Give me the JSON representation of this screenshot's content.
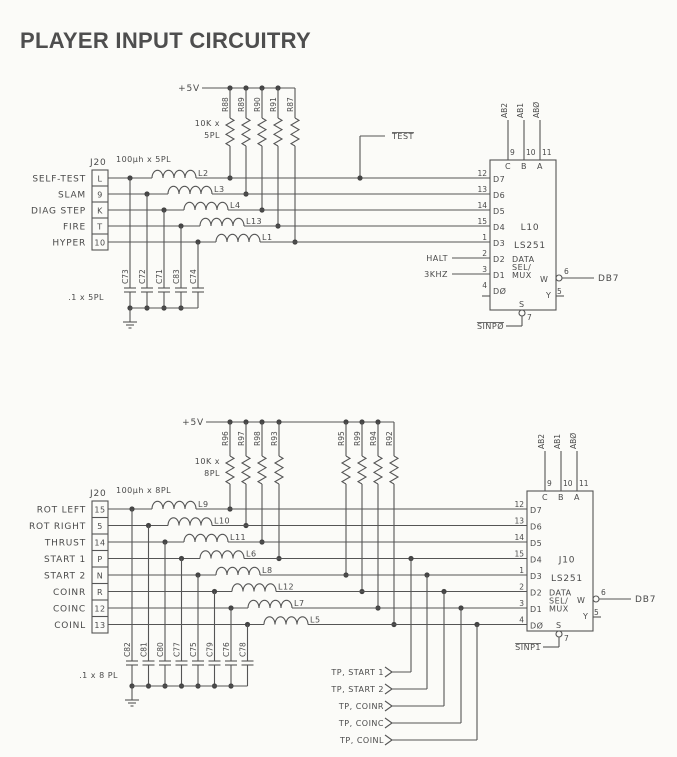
{
  "title": "PLAYER INPUT CIRCUITRY",
  "sections": [
    {
      "id": "upper",
      "supply": "+5V",
      "connector": "J20",
      "inductor_note": "100µh x 5PL",
      "resistor_note": [
        "10K x",
        "5PL"
      ],
      "cap_note": ".1 x 5PL",
      "resistors": [
        "R88",
        "R89",
        "R90",
        "R91",
        "R87"
      ],
      "test_signal": "TEST",
      "inputs": [
        {
          "name": "SELF-TEST",
          "pin": "L",
          "inductor": "L2",
          "cap": "C73",
          "mux_pin": "12",
          "mux_in": "D7"
        },
        {
          "name": "SLAM",
          "pin": "9",
          "inductor": "L3",
          "cap": "C72",
          "mux_pin": "13",
          "mux_in": "D6"
        },
        {
          "name": "DIAG STEP",
          "pin": "K",
          "inductor": "L4",
          "cap": "C71",
          "mux_pin": "14",
          "mux_in": "D5"
        },
        {
          "name": "FIRE",
          "pin": "T",
          "inductor": "L13",
          "cap": "C83",
          "mux_pin": "15",
          "mux_in": "D4"
        },
        {
          "name": "HYPER",
          "pin": "10",
          "inductor": "L1",
          "cap": "C74",
          "mux_pin": "1",
          "mux_in": "D3"
        }
      ],
      "extra_inputs": [
        {
          "name": "HALT",
          "mux_pin": "2",
          "mux_in": "D2"
        },
        {
          "name": "3KHZ",
          "mux_pin": "3",
          "mux_in": "D1"
        },
        {
          "name": "",
          "mux_pin": "4",
          "mux_in": "DØ"
        }
      ],
      "chip": {
        "ref": "L10",
        "part": "LS251",
        "desc": [
          "DATA",
          "SEL/",
          "MUX"
        ],
        "select_pins": [
          {
            "sig": "AB2",
            "pin": "9",
            "label": "C"
          },
          {
            "sig": "AB1",
            "pin": "10",
            "label": "B"
          },
          {
            "sig": "ABØ",
            "pin": "11",
            "label": "A"
          }
        ],
        "w_label": "W",
        "w_pin": "6",
        "output": "DB7",
        "y_label": "Y",
        "y_pin": "5",
        "strobe_label": "S",
        "strobe_pin": "7",
        "strobe_signal": "SINPØ"
      }
    },
    {
      "id": "lower",
      "supply": "+5V",
      "connector": "J20",
      "inductor_note": "100µh x 8PL",
      "resistor_note": [
        "10K x",
        "8PL"
      ],
      "cap_note": ".1 x 8 PL",
      "resistors": [
        "R96",
        "R97",
        "R98",
        "R93",
        "R95",
        "R99",
        "R94",
        "R92"
      ],
      "inputs": [
        {
          "name": "ROT LEFT",
          "pin": "15",
          "inductor": "L9",
          "cap": "C82",
          "mux_pin": "12",
          "mux_in": "D7"
        },
        {
          "name": "ROT RIGHT",
          "pin": "5",
          "inductor": "L10",
          "cap": "C81",
          "mux_pin": "13",
          "mux_in": "D6"
        },
        {
          "name": "THRUST",
          "pin": "14",
          "inductor": "L11",
          "cap": "C80",
          "mux_pin": "14",
          "mux_in": "D5"
        },
        {
          "name": "START 1",
          "pin": "P",
          "inductor": "L6",
          "cap": "C77",
          "mux_pin": "15",
          "mux_in": "D4"
        },
        {
          "name": "START 2",
          "pin": "N",
          "inductor": "L8",
          "cap": "C75",
          "mux_pin": "1",
          "mux_in": "D3"
        },
        {
          "name": "COINR",
          "pin": "R",
          "inductor": "L12",
          "cap": "C79",
          "mux_pin": "2",
          "mux_in": "D2"
        },
        {
          "name": "COINC",
          "pin": "12",
          "inductor": "L7",
          "cap": "C76",
          "mux_pin": "3",
          "mux_in": "D1"
        },
        {
          "name": "COINL",
          "pin": "13",
          "inductor": "L5",
          "cap": "C78",
          "mux_pin": "4",
          "mux_in": "DØ"
        }
      ],
      "test_points": [
        "TP, START 1",
        "TP, START 2",
        "TP, COINR",
        "TP, COINC",
        "TP, COINL"
      ],
      "chip": {
        "ref": "J10",
        "part": "LS251",
        "desc": [
          "DATA",
          "SEL/",
          "MUX"
        ],
        "select_pins": [
          {
            "sig": "AB2",
            "pin": "9",
            "label": "C"
          },
          {
            "sig": "AB1",
            "pin": "10",
            "label": "B"
          },
          {
            "sig": "ABØ",
            "pin": "11",
            "label": "A"
          }
        ],
        "w_label": "W",
        "w_pin": "6",
        "output": "DB7",
        "y_label": "Y",
        "y_pin": "5",
        "strobe_label": "S",
        "strobe_pin": "7",
        "strobe_signal": "SINP1"
      }
    }
  ]
}
